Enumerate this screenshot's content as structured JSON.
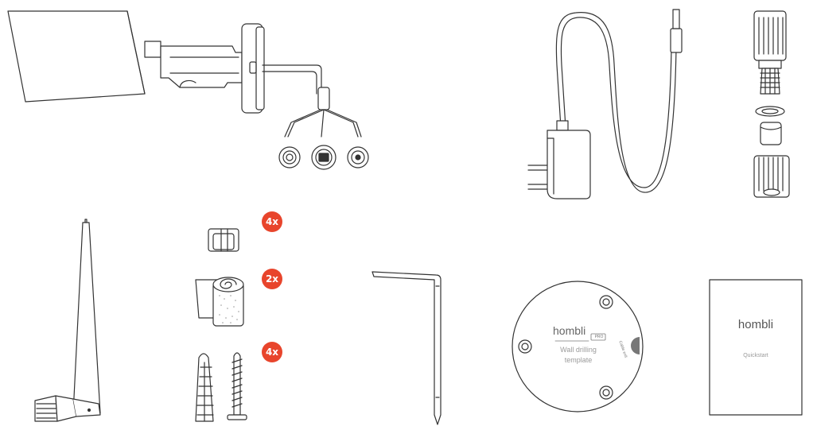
{
  "items": {
    "dowel_clips_qty": "4x",
    "tape_qty": "2x",
    "anchors_screws_qty": "4x"
  },
  "template": {
    "brand": "hombli",
    "badge": "PRO",
    "line1": "Wall drilling",
    "line2": "template",
    "edge_label": "Cable exit"
  },
  "quickstart": {
    "brand": "hombli",
    "title": "Quickstart"
  },
  "colors": {
    "line": "#333333",
    "badge": "#e8452c",
    "muted_text": "#9a9a9a"
  }
}
